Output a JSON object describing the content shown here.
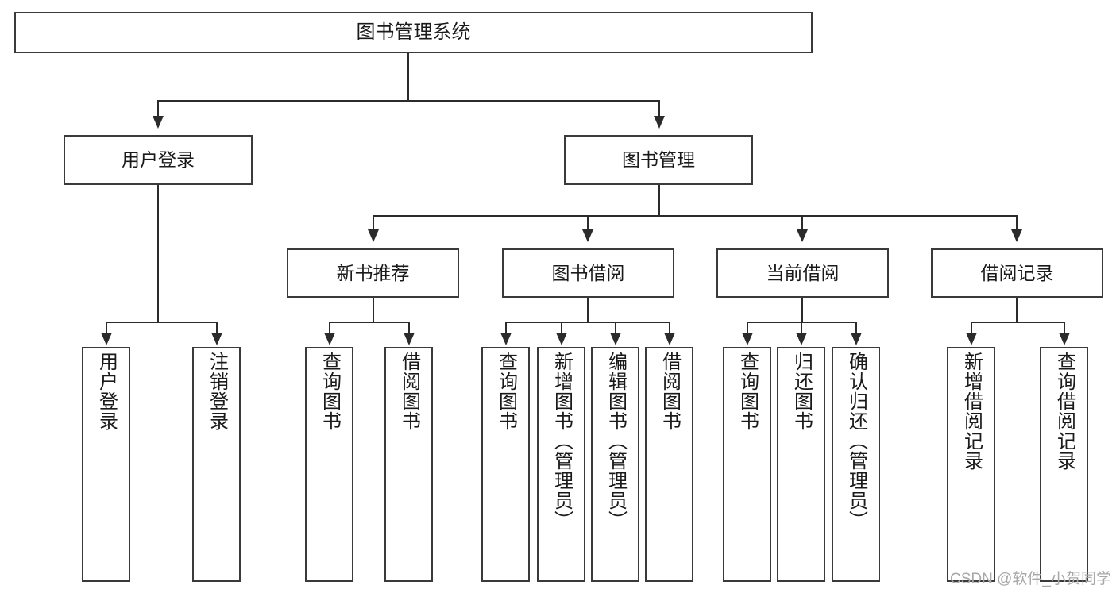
{
  "diagram": {
    "title": "图书管理系统",
    "root": {
      "label": "图书管理系统"
    },
    "level2": [
      {
        "label": "用户登录"
      },
      {
        "label": "图书管理"
      }
    ],
    "level3": [
      {
        "label": "新书推荐"
      },
      {
        "label": "图书借阅"
      },
      {
        "label": "当前借阅"
      },
      {
        "label": "借阅记录"
      }
    ],
    "leaves": {
      "user_login": [
        {
          "label": "用户登录"
        },
        {
          "label": "注销登录"
        }
      ],
      "new_book_recommend": [
        {
          "label": "查询图书"
        },
        {
          "label": "借阅图书"
        }
      ],
      "book_borrow": [
        {
          "label": "查询图书"
        },
        {
          "label": "新增图书（管理员）"
        },
        {
          "label": "编辑图书（管理员）"
        },
        {
          "label": "借阅图书"
        }
      ],
      "current_borrow": [
        {
          "label": "查询图书"
        },
        {
          "label": "归还图书"
        },
        {
          "label": "确认归还（管理员）"
        }
      ],
      "borrow_record": [
        {
          "label": "新增借阅记录"
        },
        {
          "label": "查询借阅记录"
        }
      ]
    }
  },
  "watermark": {
    "text": "CSDN @软件_小贺同学"
  },
  "colors": {
    "box_border": "#3a3a3a",
    "connector": "#2b2b2b",
    "background": "#ffffff",
    "text": "#1a1a1a",
    "watermark": "#a8a8a8"
  }
}
